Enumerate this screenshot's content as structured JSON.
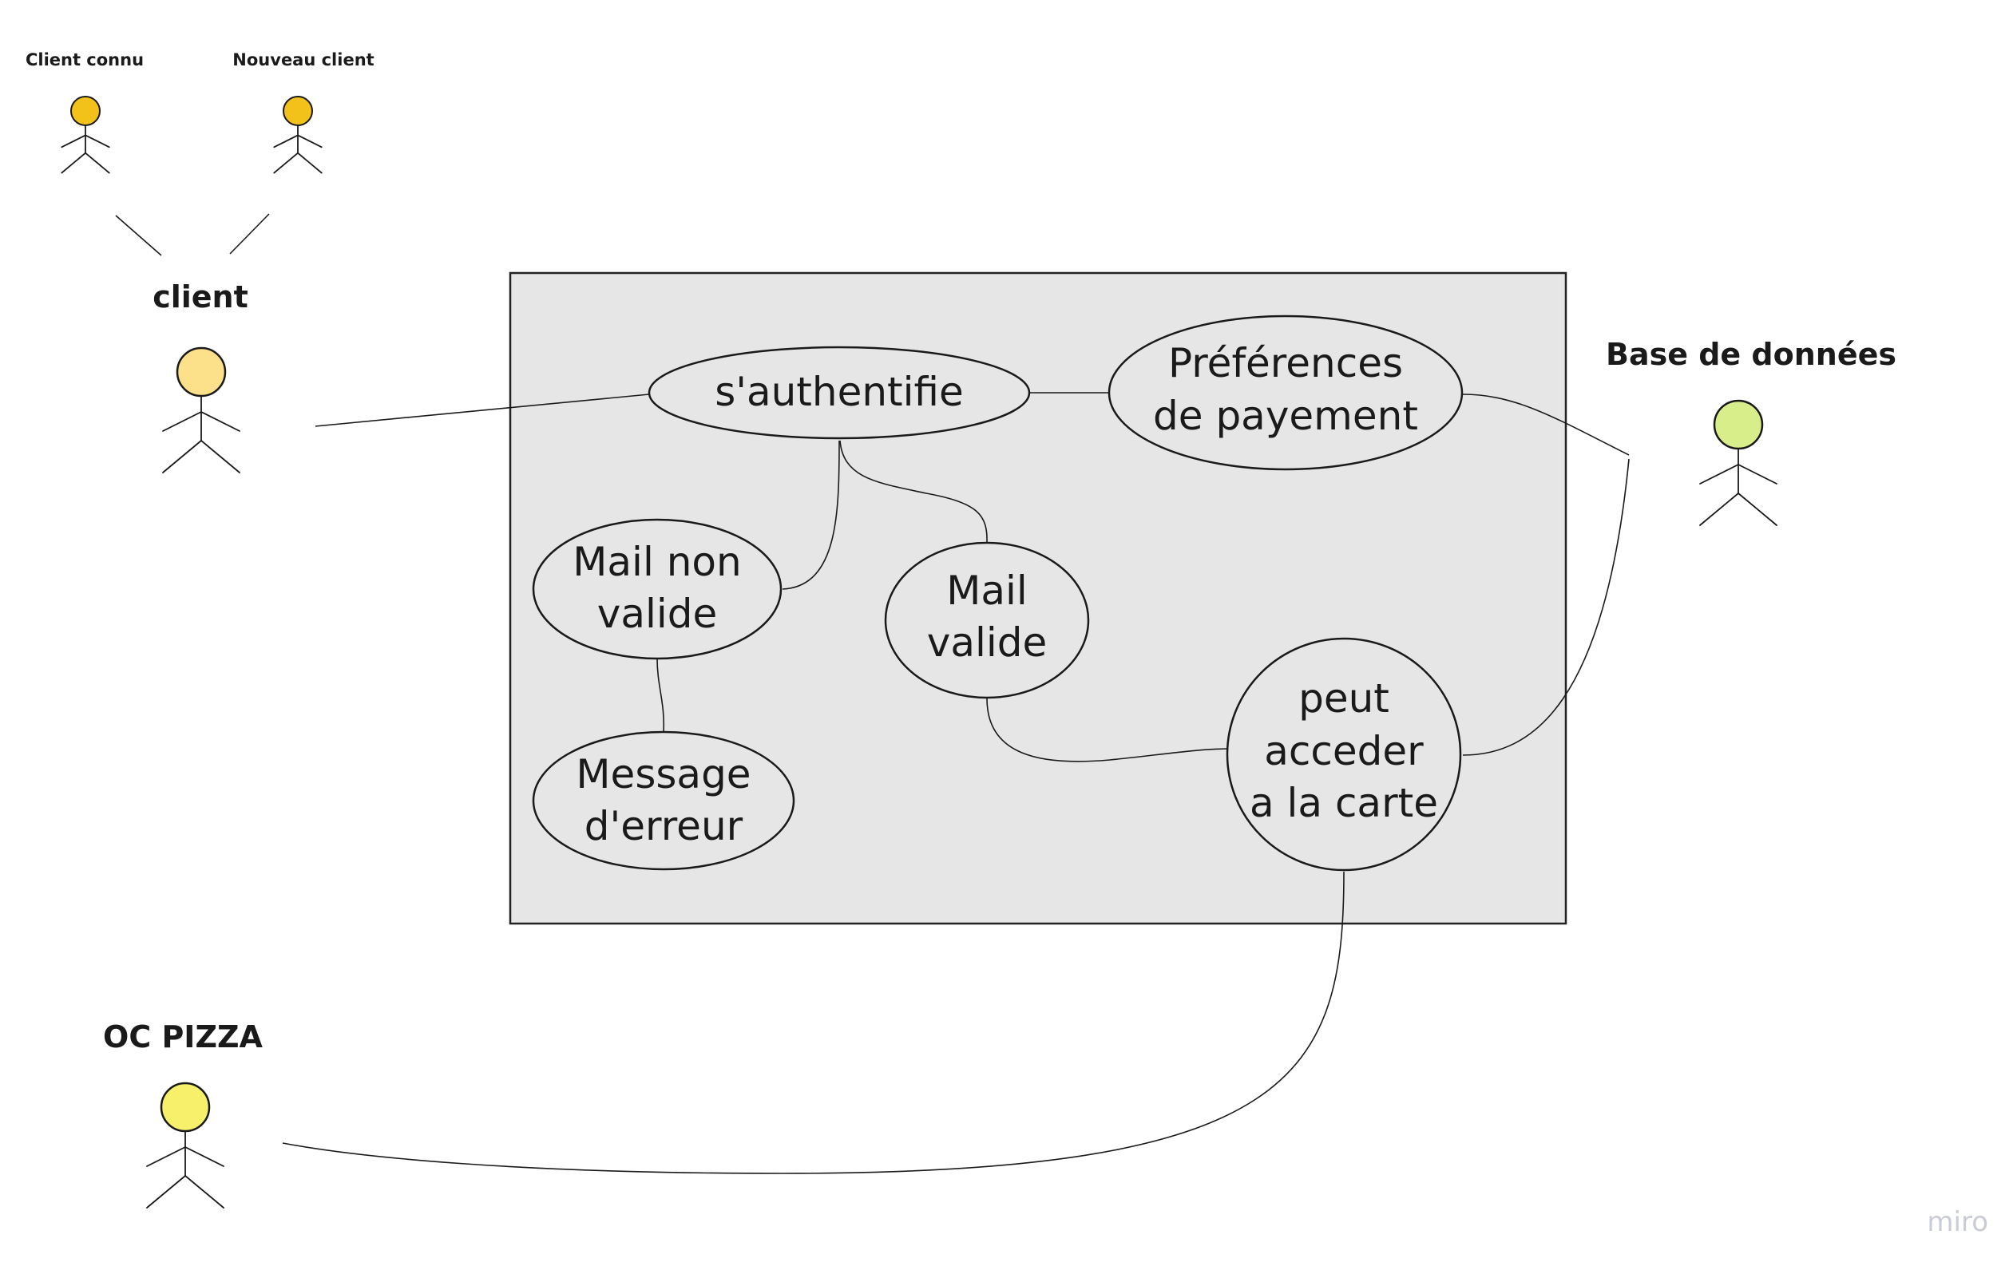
{
  "diagram": {
    "actors": {
      "client_connu": {
        "label": "Client connu",
        "head_color": "#f2c21b"
      },
      "nouveau_client": {
        "label": "Nouveau client",
        "head_color": "#f2c21b"
      },
      "client": {
        "label": "client",
        "head_color": "#fde08a"
      },
      "base_de_donnees": {
        "label": "Base de données",
        "head_color": "#d8ee8a"
      },
      "oc_pizza": {
        "label": "OC PIZZA",
        "head_color": "#f7f06a"
      }
    },
    "system_box": {
      "fill": "#e6e6e6",
      "stroke": "#222222"
    },
    "use_cases": {
      "sauthentifie": {
        "lines": [
          "s'authentifie"
        ]
      },
      "preferences": {
        "lines": [
          "Préférences",
          "de payement"
        ]
      },
      "mail_non_valide": {
        "lines": [
          "Mail non",
          "valide"
        ]
      },
      "mail_valide": {
        "lines": [
          "Mail",
          "valide"
        ]
      },
      "message_erreur": {
        "lines": [
          "Message",
          "d'erreur"
        ]
      },
      "peut_acceder": {
        "lines": [
          "peut",
          "acceder",
          "a la carte"
        ]
      }
    }
  },
  "watermark": {
    "text": "miro"
  }
}
